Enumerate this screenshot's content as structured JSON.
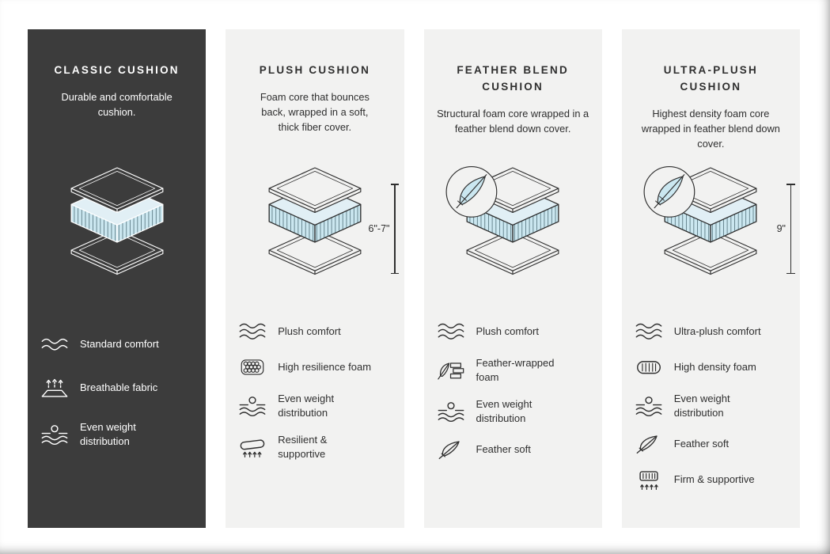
{
  "cards": [
    {
      "title": "CLASSIC CUSHION",
      "description": "Durable and comfortable cushion.",
      "height_label": "",
      "features": [
        {
          "icon": "waves-icon",
          "label": "Standard comfort"
        },
        {
          "icon": "breathable-fabric-icon",
          "label": "Breathable fabric"
        },
        {
          "icon": "even-weight-icon",
          "label": "Even weight distribution"
        }
      ]
    },
    {
      "title": "PLUSH CUSHION",
      "description": "Foam core that bounces back, wrapped in a soft, thick fiber cover.",
      "height_label": "6\"-7\"",
      "features": [
        {
          "icon": "waves-icon",
          "label": "Plush comfort"
        },
        {
          "icon": "foam-bubbles-icon",
          "label": "High resilience foam"
        },
        {
          "icon": "even-weight-icon",
          "label": "Even weight distribution"
        },
        {
          "icon": "resilient-icon",
          "label": "Resilient & supportive"
        }
      ]
    },
    {
      "title": "FEATHER BLEND CUSHION",
      "description": "Structural foam core wrapped in a feather blend down cover.",
      "height_label": "",
      "features": [
        {
          "icon": "waves-icon",
          "label": "Plush comfort"
        },
        {
          "icon": "feather-foam-icon",
          "label": "Feather-wrapped foam"
        },
        {
          "icon": "even-weight-icon",
          "label": "Even weight distribution"
        },
        {
          "icon": "feather-icon",
          "label": "Feather soft"
        }
      ]
    },
    {
      "title": "ULTRA-PLUSH CUSHION",
      "description": "Highest density foam core wrapped in feather blend down cover.",
      "height_label": "9\"",
      "features": [
        {
          "icon": "waves-icon",
          "label": "Ultra-plush comfort"
        },
        {
          "icon": "density-foam-icon",
          "label": "High density foam"
        },
        {
          "icon": "even-weight-icon",
          "label": "Even weight distribution"
        },
        {
          "icon": "feather-icon",
          "label": "Feather soft"
        },
        {
          "icon": "firm-icon",
          "label": "Firm & supportive"
        }
      ]
    }
  ],
  "colors": {
    "dark_card_bg": "#3c3c3c",
    "light_card_bg": "#f2f2f1",
    "foam_side": "#cbe7f0",
    "foam_top": "#e1eff5",
    "outline_dark": "#2f2f2f",
    "outline_light": "#ffffff"
  }
}
